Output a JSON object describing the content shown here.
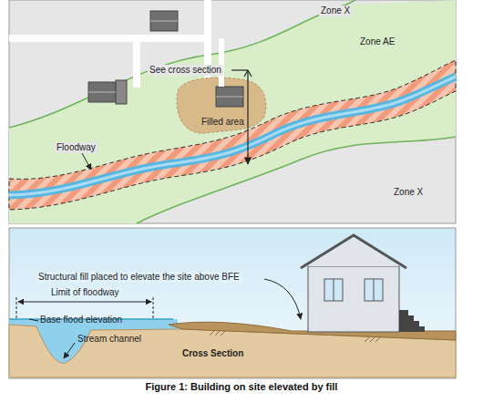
{
  "diagram": {
    "caption": "Figure 1: Building on site elevated by fill",
    "labels": [
      "Zone X",
      "Zone AE",
      "See cross section",
      "Filled area",
      "Floodway",
      "Zone X",
      "Structural fill placed to elevate the site above BFE",
      "Limit of floodway",
      "Base flood elevation",
      "Stream channel",
      "Cross Section"
    ]
  }
}
